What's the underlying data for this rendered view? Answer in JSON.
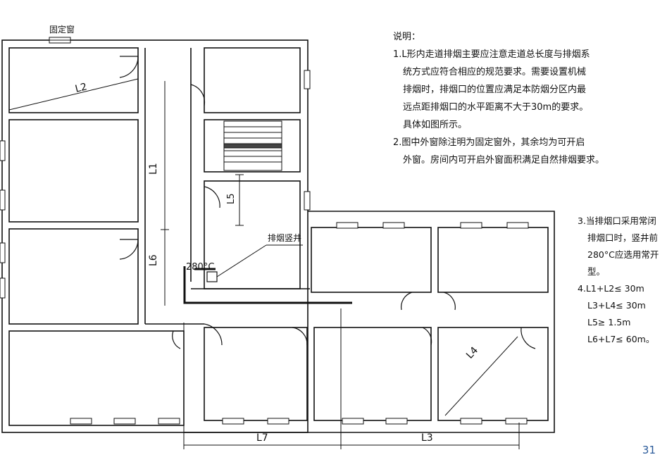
{
  "plan": {
    "fixed_window": "固定窗",
    "labels": {
      "L1": "L1",
      "L2": "L2",
      "L3": "L3",
      "L4": "L4",
      "L5": "L5",
      "L6": "L6",
      "L7": "L7"
    },
    "smoke_shaft": "排烟竖井",
    "damper_temp": "280°C"
  },
  "notes": {
    "title": "说明：",
    "n1_l1": "1.L形内走道排烟主要应注意走道总长度与排烟系",
    "n1_l2": "统方式应符合相应的规范要求。需要设置机械",
    "n1_l3": "排烟时，排烟口的位置应满足本防烟分区内最",
    "n1_l4": "远点距排烟口的水平距离不大于30m的要求。",
    "n1_l5": "具体如图所示。",
    "n2_l1": "2.图中外窗除注明为固定窗外，其余均为可开启",
    "n2_l2": "外窗。房间内可开启外窗面积满足自然排烟要求。"
  },
  "notes2": {
    "n3_l1": "3.当排烟口采用常闭",
    "n3_l2": "排烟口时，竖井前",
    "n3_l3": "280°C应选用常开",
    "n3_l4": "型。",
    "n4_l1": "4.L1+L2≤ 30m",
    "n4_l2": "L3+L4≤ 30m",
    "n4_l3": "L5≥ 1.5m",
    "n4_l4": "L6+L7≤ 60m。"
  },
  "page_number": "31"
}
